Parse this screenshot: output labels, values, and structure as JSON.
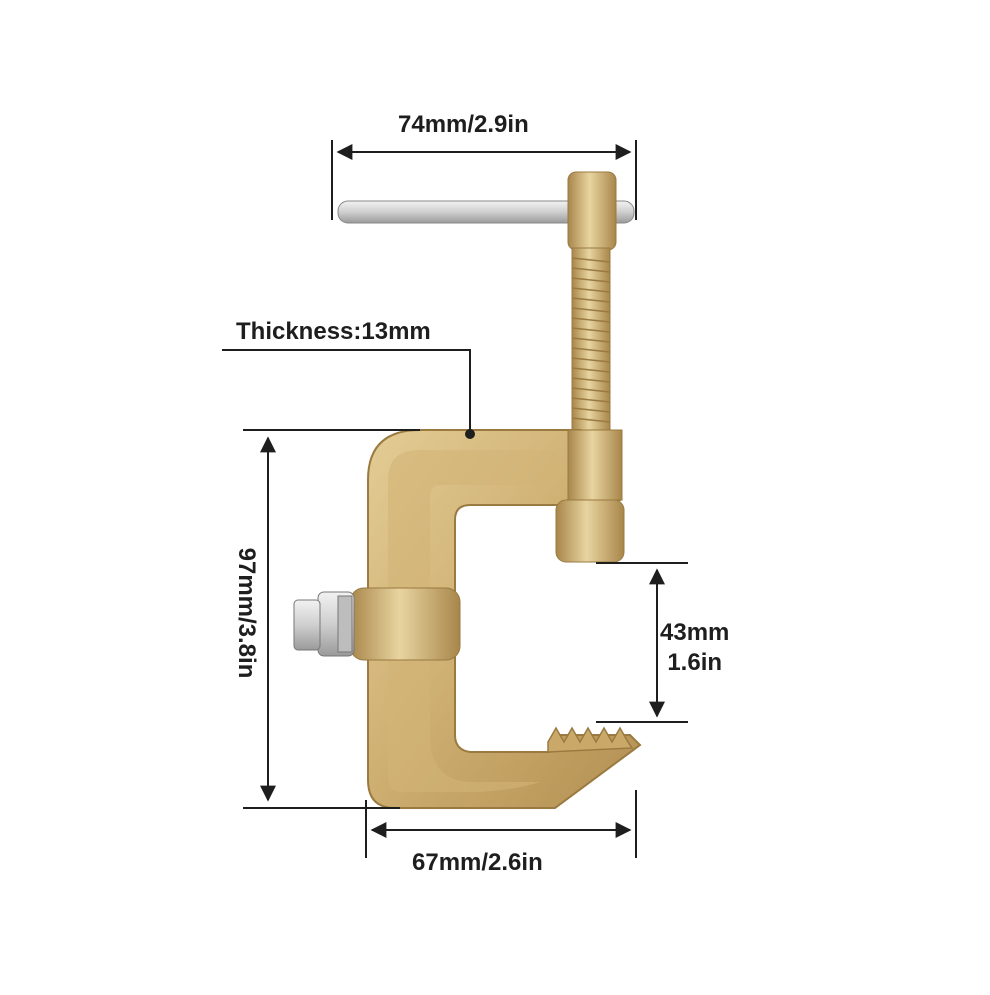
{
  "dimensions": {
    "handle_width": "74mm/2.9in",
    "thickness": "Thickness:13mm",
    "total_height": "97mm/3.8in",
    "jaw_opening_mm": "43mm",
    "jaw_opening_in": "1.6in",
    "base_width": "67mm/2.6in"
  },
  "colors": {
    "brass_light": "#dcc38a",
    "brass_mid": "#c9a86a",
    "brass_dark": "#a8864a",
    "rod_steel": "#d9d9d9",
    "dimension_line": "#1e1e1e"
  }
}
